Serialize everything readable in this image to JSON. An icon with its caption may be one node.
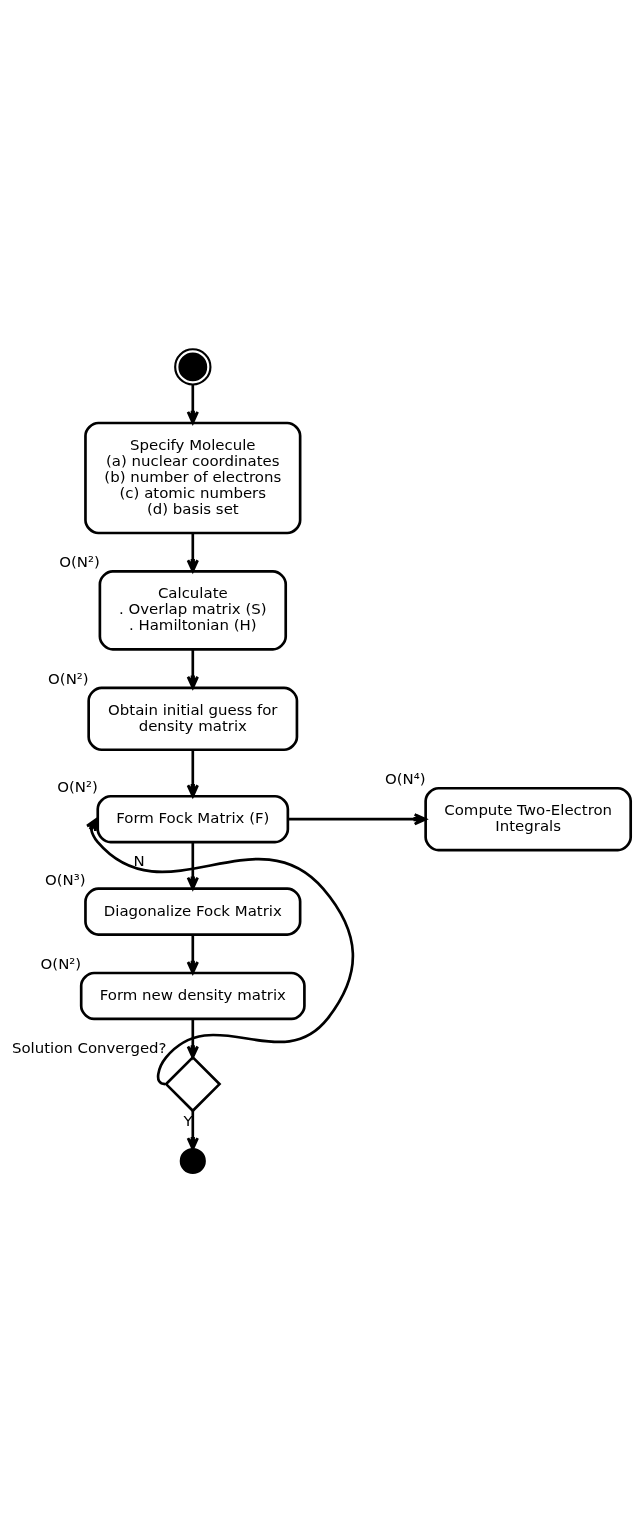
{
  "diagram": {
    "nodes": [
      {
        "text": [],
        "shape": "circle"
      },
      {
        "text": [
          "Specify Molecule",
          "(a) nuclear coordinates",
          "(b) number of electrons",
          "(c) atomic numbers",
          "(d) basis set"
        ]
      },
      {
        "text": [
          "Calculate",
          ". Overlap matrix (S)",
          ". Hamiltonian (H)"
        ],
        "beside": [
          "O(N²)"
        ]
      },
      {
        "text": [
          "Obtain initial guess for density matrix"
        ],
        "beside": [
          "O(N²)"
        ]
      },
      {
        "text": [
          "Form Fock Matrix (F)"
        ],
        "beside": [
          "O(N²)"
        ]
      },
      {
        "text": [
          "Compute Two-Electron Integrals"
        ],
        "beside": [
          "O(N⁴)"
        ]
      },
      {
        "text": [
          "Diagonalize Fock Matrix"
        ],
        "beside": [
          "O(N³)"
        ]
      },
      {
        "text": [
          "Form new density matrix"
        ],
        "beside": [
          "O(N²)"
        ]
      },
      {
        "text": [],
        "shape": "diamond",
        "beside": [
          "Solution Converged?"
        ]
      },
      {
        "text": [],
        "shape": "circle"
      }
    ],
    "edges": [
      {
        "from": 0,
        "to": 1,
        "arrow": "to"
      },
      {
        "from": 1,
        "to": 2,
        "arrow": "to"
      },
      {
        "from": 2,
        "to": 3,
        "arrow": "to"
      },
      {
        "from": 3,
        "to": 4,
        "arrow": "to"
      },
      {
        "from": 4,
        "to": 5,
        "arrow": "to"
      },
      {
        "from": 4,
        "to": 6,
        "arrow": "to"
      },
      {
        "from": 6,
        "to": 7,
        "arrow": "to"
      },
      {
        "from": 7,
        "to": 8,
        "arrow": "to"
      },
      {
        "from": 8,
        "to": 4,
        "arrow": "to",
        "label": "N"
      },
      {
        "from": 8,
        "to": 9,
        "arrow": "to",
        "label": "Y"
      }
    ]
  }
}
